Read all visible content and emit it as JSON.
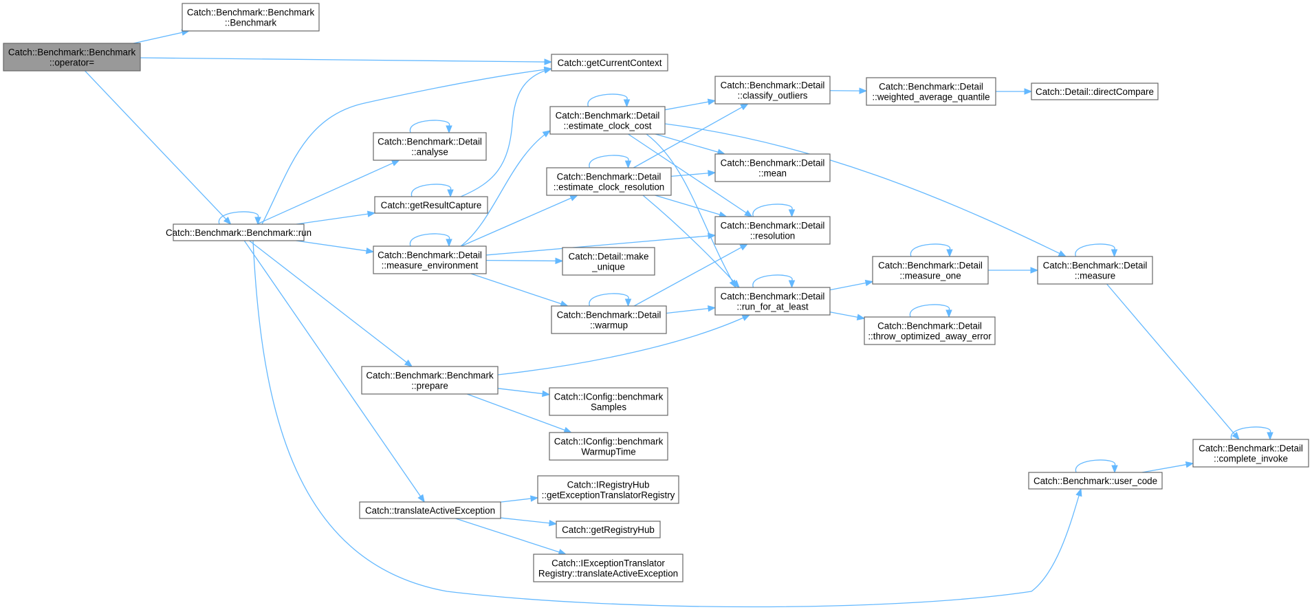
{
  "diagram": {
    "style": {
      "edge_color": "#63b8ff",
      "node_border": "#666666",
      "root_fill": "#999999",
      "node_fill": "#ffffff"
    },
    "nodes": [
      {
        "id": "op_assign",
        "lines": [
          "Catch::Benchmark::Benchmark",
          "::operator="
        ],
        "root": true
      },
      {
        "id": "ctor",
        "lines": [
          "Catch::Benchmark::Benchmark",
          "::Benchmark"
        ]
      },
      {
        "id": "getCurrentContext",
        "lines": [
          "Catch::getCurrentContext"
        ]
      },
      {
        "id": "run",
        "lines": [
          "Catch::Benchmark::Benchmark::run"
        ]
      },
      {
        "id": "analyse",
        "lines": [
          "Catch::Benchmark::Detail",
          "::analyse"
        ]
      },
      {
        "id": "getResultCapture",
        "lines": [
          "Catch::getResultCapture"
        ]
      },
      {
        "id": "measure_environment",
        "lines": [
          "Catch::Benchmark::Detail",
          "::measure_environment"
        ]
      },
      {
        "id": "prepare",
        "lines": [
          "Catch::Benchmark::Benchmark",
          "::prepare"
        ]
      },
      {
        "id": "translateActiveException",
        "lines": [
          "Catch::translateActiveException"
        ]
      },
      {
        "id": "estimate_clock_cost",
        "lines": [
          "Catch::Benchmark::Detail",
          "::estimate_clock_cost"
        ]
      },
      {
        "id": "estimate_clock_resolution",
        "lines": [
          "Catch::Benchmark::Detail",
          "::estimate_clock_resolution"
        ]
      },
      {
        "id": "make_unique",
        "lines": [
          "Catch::Detail::make",
          "_unique"
        ]
      },
      {
        "id": "warmup",
        "lines": [
          "Catch::Benchmark::Detail",
          "::warmup"
        ]
      },
      {
        "id": "benchmarkSamples",
        "lines": [
          "Catch::IConfig::benchmark",
          "Samples"
        ]
      },
      {
        "id": "benchmarkWarmupTime",
        "lines": [
          "Catch::IConfig::benchmark",
          "WarmupTime"
        ]
      },
      {
        "id": "getExceptionTranslatorRegistry",
        "lines": [
          "Catch::IRegistryHub",
          "::getExceptionTranslatorRegistry"
        ]
      },
      {
        "id": "getRegistryHub",
        "lines": [
          "Catch::getRegistryHub"
        ]
      },
      {
        "id": "translatorRegistry",
        "lines": [
          "Catch::IExceptionTranslator",
          "Registry::translateActiveException"
        ]
      },
      {
        "id": "classify_outliers",
        "lines": [
          "Catch::Benchmark::Detail",
          "::classify_outliers"
        ]
      },
      {
        "id": "mean",
        "lines": [
          "Catch::Benchmark::Detail",
          "::mean"
        ]
      },
      {
        "id": "resolution",
        "lines": [
          "Catch::Benchmark::Detail",
          "::resolution"
        ]
      },
      {
        "id": "run_for_at_least",
        "lines": [
          "Catch::Benchmark::Detail",
          "::run_for_at_least"
        ]
      },
      {
        "id": "weighted_average_quantile",
        "lines": [
          "Catch::Benchmark::Detail",
          "::weighted_average_quantile"
        ]
      },
      {
        "id": "measure_one",
        "lines": [
          "Catch::Benchmark::Detail",
          "::measure_one"
        ]
      },
      {
        "id": "throw_optimized_away_error",
        "lines": [
          "Catch::Benchmark::Detail",
          "::throw_optimized_away_error"
        ]
      },
      {
        "id": "directCompare",
        "lines": [
          "Catch::Detail::directCompare"
        ]
      },
      {
        "id": "measure",
        "lines": [
          "Catch::Benchmark::Detail",
          "::measure"
        ]
      },
      {
        "id": "user_code",
        "lines": [
          "Catch::Benchmark::user_code"
        ]
      },
      {
        "id": "complete_invoke",
        "lines": [
          "Catch::Benchmark::Detail",
          "::complete_invoke"
        ]
      }
    ],
    "edges": [
      {
        "from": "op_assign",
        "to": "ctor"
      },
      {
        "from": "op_assign",
        "to": "getCurrentContext"
      },
      {
        "from": "op_assign",
        "to": "run"
      },
      {
        "from": "run",
        "to": "run"
      },
      {
        "from": "run",
        "to": "getCurrentContext"
      },
      {
        "from": "run",
        "to": "analyse"
      },
      {
        "from": "run",
        "to": "getResultCapture"
      },
      {
        "from": "run",
        "to": "measure_environment"
      },
      {
        "from": "run",
        "to": "prepare"
      },
      {
        "from": "run",
        "to": "translateActiveException"
      },
      {
        "from": "run",
        "to": "user_code"
      },
      {
        "from": "analyse",
        "to": "analyse"
      },
      {
        "from": "getResultCapture",
        "to": "getResultCapture"
      },
      {
        "from": "getResultCapture",
        "to": "getCurrentContext"
      },
      {
        "from": "measure_environment",
        "to": "measure_environment"
      },
      {
        "from": "measure_environment",
        "to": "estimate_clock_cost"
      },
      {
        "from": "measure_environment",
        "to": "estimate_clock_resolution"
      },
      {
        "from": "measure_environment",
        "to": "resolution"
      },
      {
        "from": "measure_environment",
        "to": "make_unique"
      },
      {
        "from": "measure_environment",
        "to": "warmup"
      },
      {
        "from": "estimate_clock_cost",
        "to": "estimate_clock_cost"
      },
      {
        "from": "estimate_clock_cost",
        "to": "classify_outliers"
      },
      {
        "from": "estimate_clock_cost",
        "to": "mean"
      },
      {
        "from": "estimate_clock_cost",
        "to": "resolution"
      },
      {
        "from": "estimate_clock_cost",
        "to": "run_for_at_least"
      },
      {
        "from": "estimate_clock_cost",
        "to": "measure"
      },
      {
        "from": "estimate_clock_resolution",
        "to": "estimate_clock_resolution"
      },
      {
        "from": "estimate_clock_resolution",
        "to": "classify_outliers"
      },
      {
        "from": "estimate_clock_resolution",
        "to": "mean"
      },
      {
        "from": "estimate_clock_resolution",
        "to": "resolution"
      },
      {
        "from": "estimate_clock_resolution",
        "to": "run_for_at_least"
      },
      {
        "from": "warmup",
        "to": "warmup"
      },
      {
        "from": "warmup",
        "to": "resolution"
      },
      {
        "from": "warmup",
        "to": "run_for_at_least"
      },
      {
        "from": "prepare",
        "to": "run_for_at_least"
      },
      {
        "from": "prepare",
        "to": "benchmarkSamples"
      },
      {
        "from": "prepare",
        "to": "benchmarkWarmupTime"
      },
      {
        "from": "translateActiveException",
        "to": "getExceptionTranslatorRegistry"
      },
      {
        "from": "translateActiveException",
        "to": "getRegistryHub"
      },
      {
        "from": "translateActiveException",
        "to": "translatorRegistry"
      },
      {
        "from": "classify_outliers",
        "to": "weighted_average_quantile"
      },
      {
        "from": "weighted_average_quantile",
        "to": "directCompare"
      },
      {
        "from": "resolution",
        "to": "resolution"
      },
      {
        "from": "run_for_at_least",
        "to": "run_for_at_least"
      },
      {
        "from": "run_for_at_least",
        "to": "measure_one"
      },
      {
        "from": "run_for_at_least",
        "to": "throw_optimized_away_error"
      },
      {
        "from": "measure_one",
        "to": "measure_one"
      },
      {
        "from": "measure_one",
        "to": "measure"
      },
      {
        "from": "throw_optimized_away_error",
        "to": "throw_optimized_away_error"
      },
      {
        "from": "measure",
        "to": "measure"
      },
      {
        "from": "measure",
        "to": "complete_invoke"
      },
      {
        "from": "user_code",
        "to": "user_code"
      },
      {
        "from": "user_code",
        "to": "complete_invoke"
      },
      {
        "from": "complete_invoke",
        "to": "complete_invoke"
      }
    ]
  }
}
